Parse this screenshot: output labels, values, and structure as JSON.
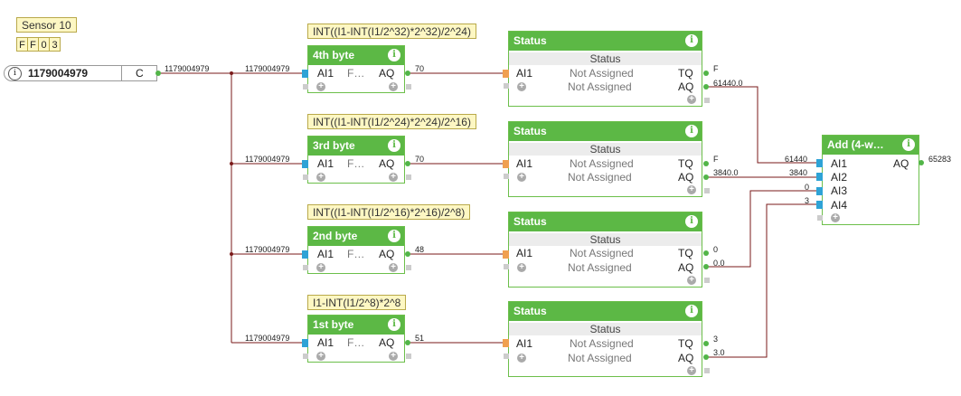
{
  "sensor": {
    "name": "Sensor 10",
    "ff": [
      "F",
      "F",
      "0",
      "3"
    ],
    "value": "1179004979",
    "unit": "C",
    "out_value": "1179004979"
  },
  "notes": {
    "b4": "INT((I1-INT(I1/2^32)*2^32)/2^24)",
    "b3": "INT((I1-INT(I1/2^24)*2^24)/2^16)",
    "b2": "INT((I1-INT(I1/2^16)*2^16)/2^8)",
    "b1": "I1-INT(I1/2^8)*2^8"
  },
  "bytes": [
    {
      "title": "4th byte",
      "in": "1179004979",
      "ai": "AI1",
      "f": "F…",
      "aq": "AQ",
      "out": "70"
    },
    {
      "title": "3rd byte",
      "in": "1179004979",
      "ai": "AI1",
      "f": "F…",
      "aq": "AQ",
      "out": "70"
    },
    {
      "title": "2nd byte",
      "in": "1179004979",
      "ai": "AI1",
      "f": "F…",
      "aq": "AQ",
      "out": "48"
    },
    {
      "title": "1st byte",
      "in": "1179004979",
      "ai": "AI1",
      "f": "F…",
      "aq": "AQ",
      "out": "51"
    }
  ],
  "statuses": [
    {
      "title": "Status",
      "sub": "Status",
      "ai": "AI1",
      "na1": "Not Assigned",
      "na2": "Not Assigned",
      "tq": "TQ",
      "aq": "AQ",
      "tq_out": "F",
      "aq_out": "61440.0"
    },
    {
      "title": "Status",
      "sub": "Status",
      "ai": "AI1",
      "na1": "Not Assigned",
      "na2": "Not Assigned",
      "tq": "TQ",
      "aq": "AQ",
      "tq_out": "F",
      "aq_out": "3840.0"
    },
    {
      "title": "Status",
      "sub": "Status",
      "ai": "AI1",
      "na1": "Not Assigned",
      "na2": "Not Assigned",
      "tq": "TQ",
      "aq": "AQ",
      "tq_out": "0",
      "aq_out": "0.0"
    },
    {
      "title": "Status",
      "sub": "Status",
      "ai": "AI1",
      "na1": "Not Assigned",
      "na2": "Not Assigned",
      "tq": "TQ",
      "aq": "AQ",
      "tq_out": "3",
      "aq_out": "3.0"
    }
  ],
  "add": {
    "title": "Add (4-w…",
    "inputs": [
      "AI1",
      "AI2",
      "AI3",
      "AI4"
    ],
    "in_values": [
      "61440",
      "3840",
      "0",
      "3"
    ],
    "aq": "AQ",
    "out": "65283"
  },
  "icons": {
    "info": "info-icon",
    "plus": "plus-icon"
  },
  "colors": {
    "wire": "#7a1a1a",
    "header": "#5cb845",
    "note_bg": "#fdf7c3",
    "pin_in": "#2ea3d6",
    "pin_in_status": "#f0a050"
  }
}
